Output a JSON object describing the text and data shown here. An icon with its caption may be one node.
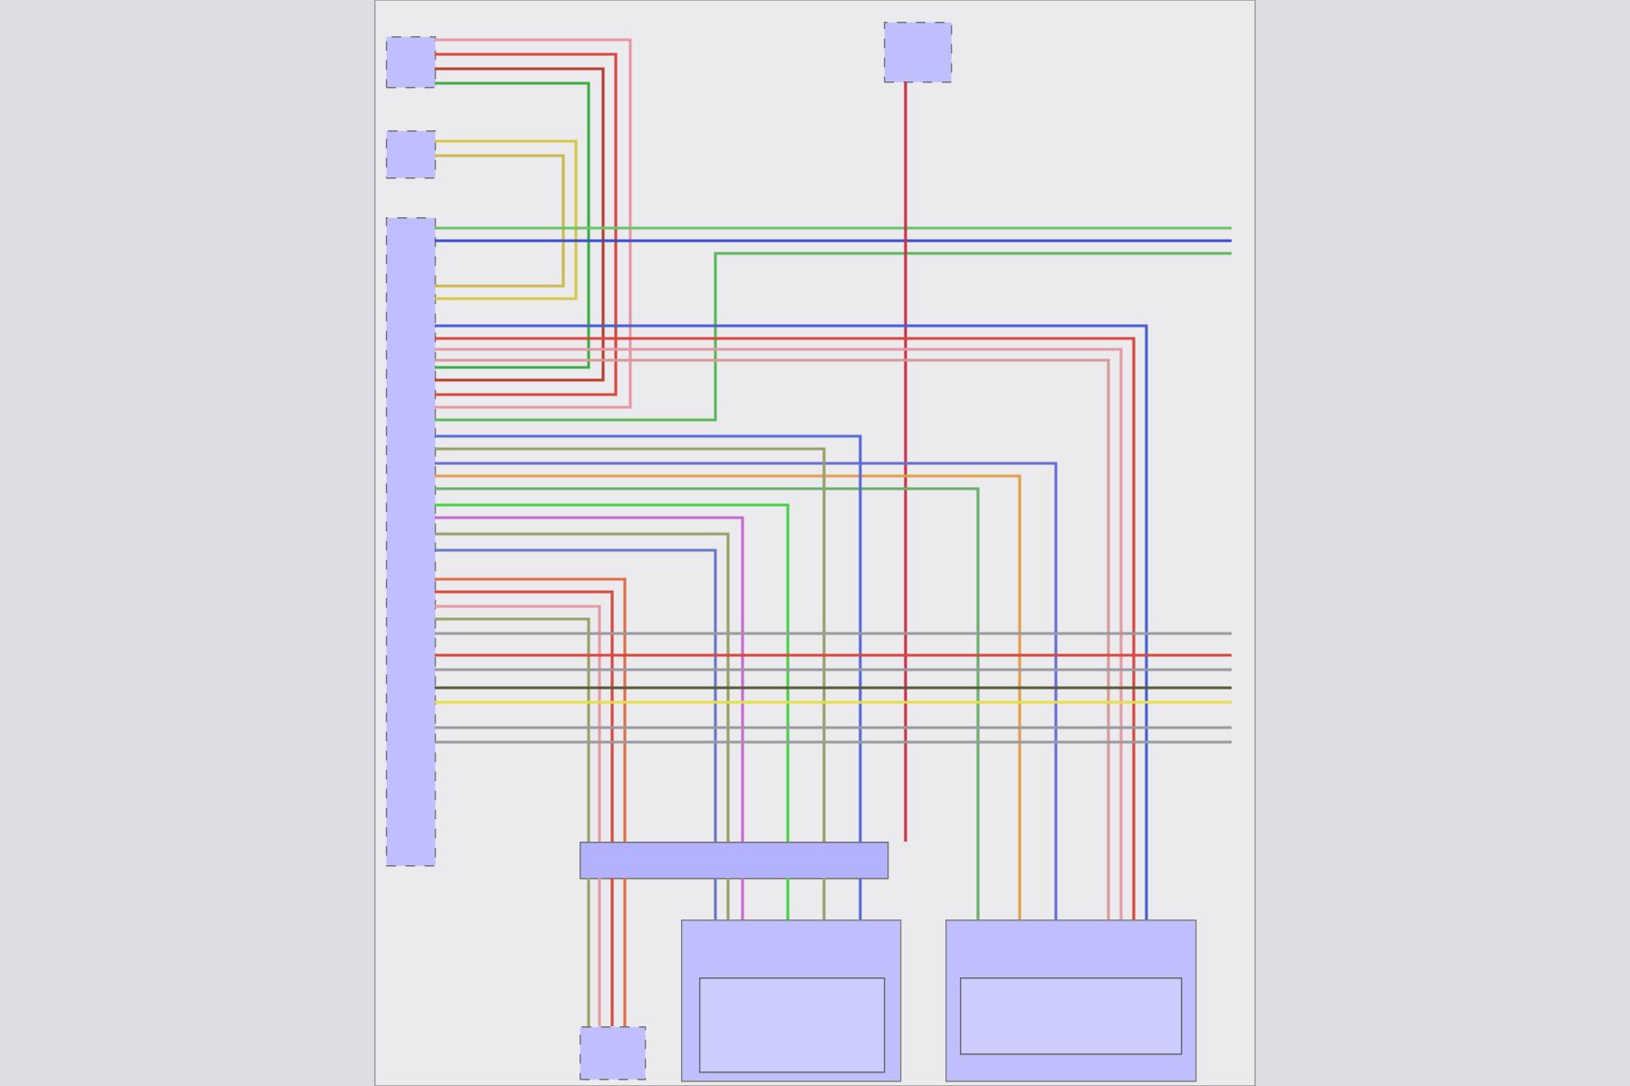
{
  "diagram": {
    "nodes": [
      {
        "text": [],
        "shape": "box"
      },
      {
        "text": [],
        "shape": "box"
      },
      {
        "text": [],
        "shape": "box"
      },
      {
        "text": [],
        "shape": "box"
      },
      {
        "text": [],
        "shape": "bar"
      },
      {
        "text": [],
        "shape": "box"
      },
      {
        "text": [],
        "shape": "box"
      },
      {
        "text": [],
        "shape": "box"
      },
      {
        "text": [],
        "shape": "box",
        "in": 6
      },
      {
        "text": [],
        "shape": "box",
        "in": 7
      }
    ],
    "edges": [
      {
        "from": 0,
        "to": 2,
        "arrow": "none",
        "color": "#e49aa6"
      },
      {
        "from": 0,
        "to": 2,
        "arrow": "none",
        "color": "#d9473f"
      },
      {
        "from": 0,
        "to": 2,
        "arrow": "none",
        "color": "#b8402e"
      },
      {
        "from": 0,
        "to": 2,
        "arrow": "none",
        "color": "#3fae49"
      },
      {
        "from": 1,
        "to": 2,
        "arrow": "none",
        "color": "#d8c64a"
      },
      {
        "from": 1,
        "to": 2,
        "arrow": "none",
        "color": "#c9b94e"
      },
      {
        "from": 2,
        "to": null,
        "arrow": "none",
        "color": "#6cc36c"
      },
      {
        "from": 2,
        "to": null,
        "arrow": "none",
        "color": "#3a4fd0"
      },
      {
        "from": 2,
        "to": null,
        "arrow": "none",
        "color": "#5cb85c"
      },
      {
        "from": 3,
        "to": 4,
        "arrow": "none",
        "color": "#c8344a"
      },
      {
        "from": 2,
        "to": 7,
        "arrow": "none",
        "color": "#4a5fd0"
      },
      {
        "from": 2,
        "to": 7,
        "arrow": "none",
        "color": "#d9473f"
      },
      {
        "from": 2,
        "to": 7,
        "arrow": "none",
        "color": "#e49aa6"
      },
      {
        "from": 2,
        "to": 7,
        "arrow": "none",
        "color": "#d79a9a"
      },
      {
        "from": 2,
        "to": 7,
        "arrow": "none",
        "color": "#6a6fd8"
      },
      {
        "from": 2,
        "to": 7,
        "arrow": "none",
        "color": "#e3a04a"
      },
      {
        "from": 2,
        "to": 7,
        "arrow": "none",
        "color": "#6cae6c"
      },
      {
        "from": 2,
        "to": 4,
        "arrow": "none",
        "color": "#4cd04c"
      },
      {
        "from": 2,
        "to": 4,
        "arrow": "none",
        "color": "#c76ad0"
      },
      {
        "from": 2,
        "to": 4,
        "arrow": "none",
        "color": "#9aa06a"
      },
      {
        "from": 2,
        "to": 4,
        "arrow": "none",
        "color": "#6a78c8"
      },
      {
        "from": 2,
        "to": 4,
        "arrow": "none",
        "color": "#9aa06a"
      },
      {
        "from": 2,
        "to": 4,
        "arrow": "none",
        "color": "#5a6ad8"
      },
      {
        "from": 2,
        "to": 4,
        "arrow": "none",
        "color": "#e0704a"
      },
      {
        "from": 2,
        "to": 4,
        "arrow": "none",
        "color": "#d9473f"
      },
      {
        "from": 2,
        "to": 4,
        "arrow": "none",
        "color": "#e49aa6"
      },
      {
        "from": 2,
        "to": 4,
        "arrow": "none",
        "color": "#9aa06a"
      },
      {
        "from": 4,
        "to": 6,
        "arrow": "none",
        "color": "#6a78c8"
      },
      {
        "from": 4,
        "to": 6,
        "arrow": "none",
        "color": "#9aa06a"
      },
      {
        "from": 4,
        "to": 6,
        "arrow": "none",
        "color": "#c76ad0"
      },
      {
        "from": 4,
        "to": 6,
        "arrow": "none",
        "color": "#4cd04c"
      },
      {
        "from": 4,
        "to": 6,
        "arrow": "none",
        "color": "#9aa06a"
      },
      {
        "from": 4,
        "to": 6,
        "arrow": "none",
        "color": "#5a6ad8"
      },
      {
        "from": 4,
        "to": 5,
        "arrow": "none",
        "color": "#9aa06a"
      },
      {
        "from": 4,
        "to": 5,
        "arrow": "none",
        "color": "#e49aa6"
      },
      {
        "from": 4,
        "to": 5,
        "arrow": "none",
        "color": "#d9473f"
      },
      {
        "from": 4,
        "to": 5,
        "arrow": "none",
        "color": "#e0704a"
      },
      {
        "from": 2,
        "to": null,
        "arrow": "none",
        "color": "#9a9aa0"
      },
      {
        "from": 2,
        "to": null,
        "arrow": "none",
        "color": "#d9473f"
      },
      {
        "from": 2,
        "to": null,
        "arrow": "none",
        "color": "#9a9aa0"
      },
      {
        "from": 2,
        "to": null,
        "arrow": "none",
        "color": "#5a5a3a"
      },
      {
        "from": 2,
        "to": null,
        "arrow": "none",
        "color": "#e6e04a"
      },
      {
        "from": 2,
        "to": null,
        "arrow": "none",
        "color": "#9a9aa0"
      },
      {
        "from": 2,
        "to": null,
        "arrow": "none",
        "color": "#9a9aa0"
      }
    ]
  }
}
